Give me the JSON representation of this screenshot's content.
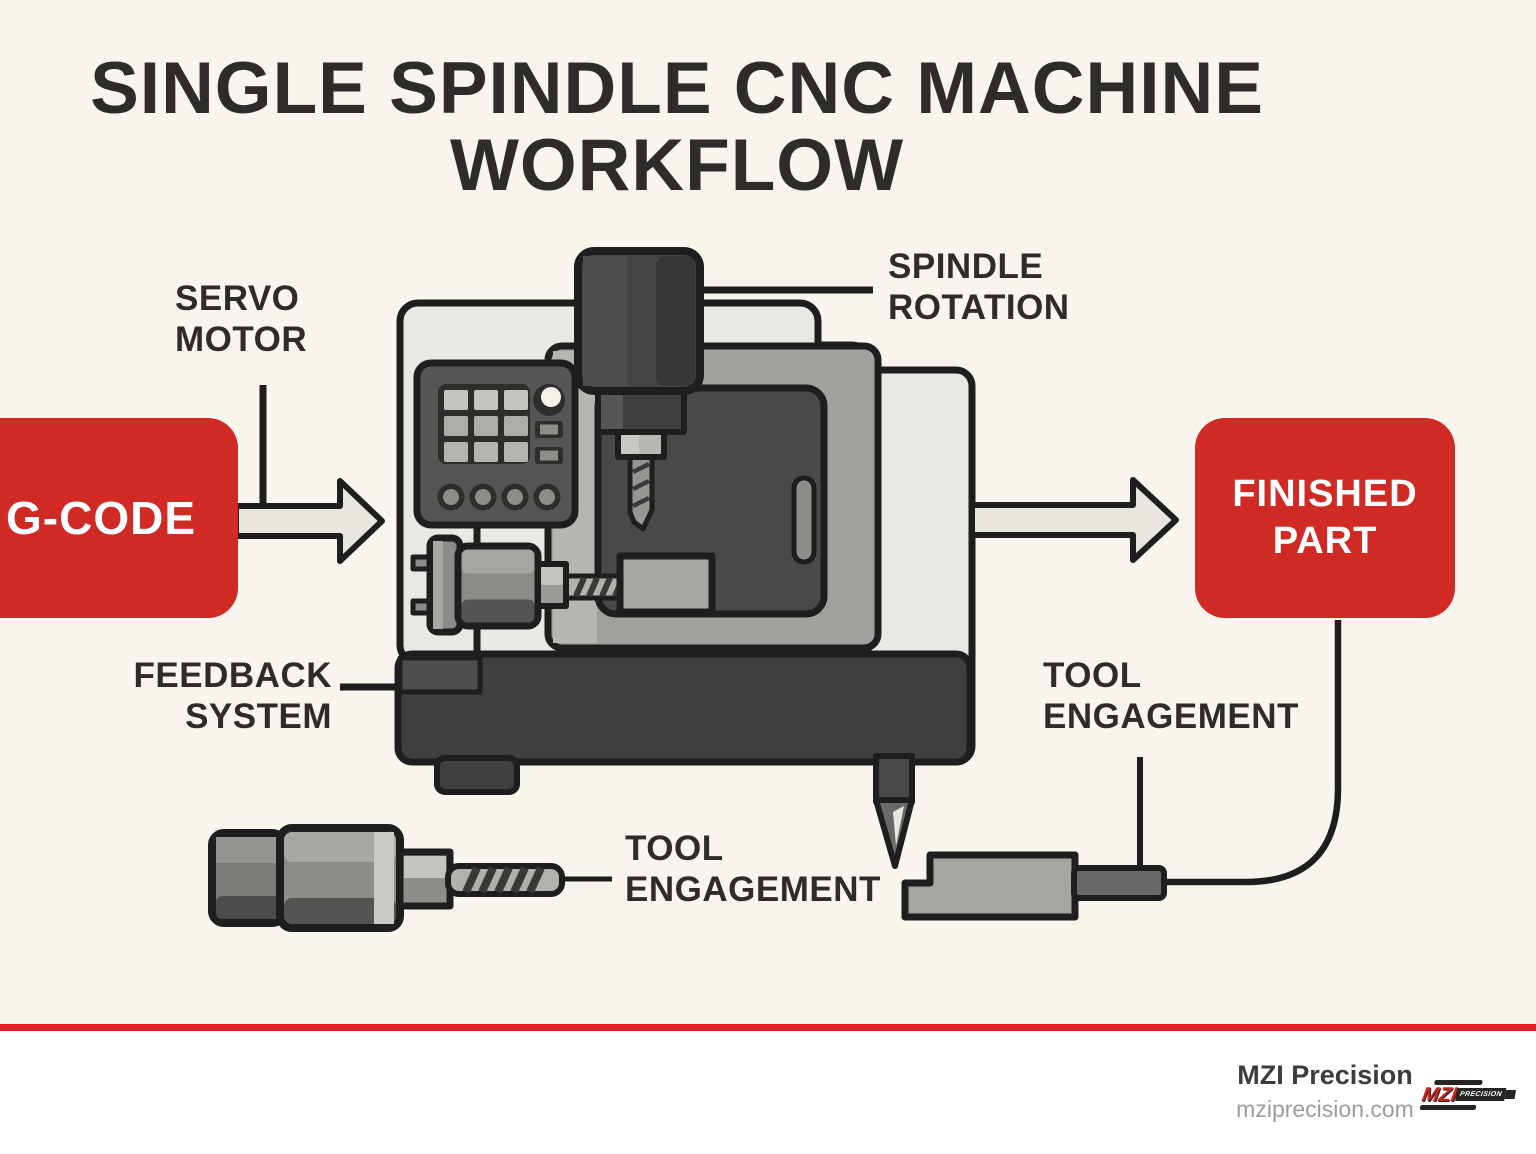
{
  "title": {
    "line1": "SINGLE SPINDLE CNC MACHINE",
    "line2": "WORKFLOW"
  },
  "nodes": {
    "gcode_label": "G-CODE",
    "finished_part": {
      "line1": "FINISHED",
      "line2": "PART"
    }
  },
  "labels": {
    "servo_motor": {
      "line1": "SERVO",
      "line2": "MOTOR"
    },
    "spindle_rotation": {
      "line1": "SPINDLE",
      "line2": "ROTATION"
    },
    "feedback_system": {
      "line1": "FEEDBACK",
      "line2": "SYSTEM"
    },
    "tool_engagement_bottom": {
      "line1": "TOOL",
      "line2": "ENGAGEMENT"
    },
    "tool_engagement_right": {
      "line1": "TOOL",
      "line2": "ENGAGEMENT"
    }
  },
  "footer": {
    "company": "MZI Precision",
    "website": "mziprecision.com",
    "logo": {
      "brand": "MZI",
      "tagline": "PRECISION"
    }
  },
  "colors": {
    "background_cream": "#f8f5ee",
    "accent_red": "#d02a24",
    "footer_rule_red": "#e01f26",
    "outline_dark": "#1e1e1e",
    "text_dark": "#2d2c2a",
    "machine_light": "#eae8e2",
    "machine_mid_gray": "#a3a19d",
    "machine_dark_base": "#403f3d",
    "node_text_white": "#ffffff"
  }
}
